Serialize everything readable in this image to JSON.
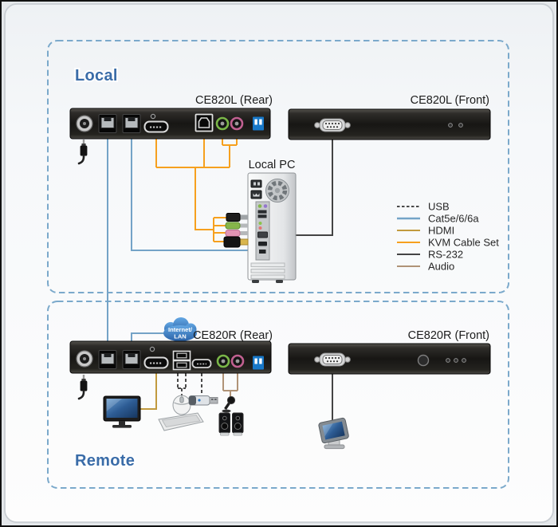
{
  "sections": {
    "local": {
      "label": "Local"
    },
    "remote": {
      "label": "Remote"
    }
  },
  "devices": {
    "local_rear": {
      "label": "CE820L (Rear)"
    },
    "local_front": {
      "label": "CE820L (Front)"
    },
    "remote_rear": {
      "label": "CE820R (Rear)"
    },
    "remote_front": {
      "label": "CE820R (Front)"
    },
    "local_pc": {
      "label": "Local PC"
    }
  },
  "cloud": {
    "line1": "Internet/",
    "line2": "LAN"
  },
  "legend": {
    "items": [
      {
        "label": "USB",
        "color": "#4A4A4A",
        "style": "dashed"
      },
      {
        "label": "Cat5e/6/6a",
        "color": "#74A3C7",
        "style": "solid"
      },
      {
        "label": "HDMI",
        "color": "#C19A3E",
        "style": "solid"
      },
      {
        "label": "KVM Cable Set",
        "color": "#F6A01E",
        "style": "solid"
      },
      {
        "label": "RS-232",
        "color": "#444444",
        "style": "solid"
      },
      {
        "label": "Audio",
        "color": "#B09377",
        "style": "solid"
      }
    ]
  },
  "colors": {
    "usb": "#4A4A4A",
    "cat5e": "#74A3C7",
    "hdmi": "#C19A3E",
    "kvm_cable": "#F6A01E",
    "rs232": "#444444",
    "audio": "#B09377",
    "section_border": "#7BA9CB",
    "section_label": "#3A6CA8",
    "cloud_fill": "#3579C0"
  }
}
